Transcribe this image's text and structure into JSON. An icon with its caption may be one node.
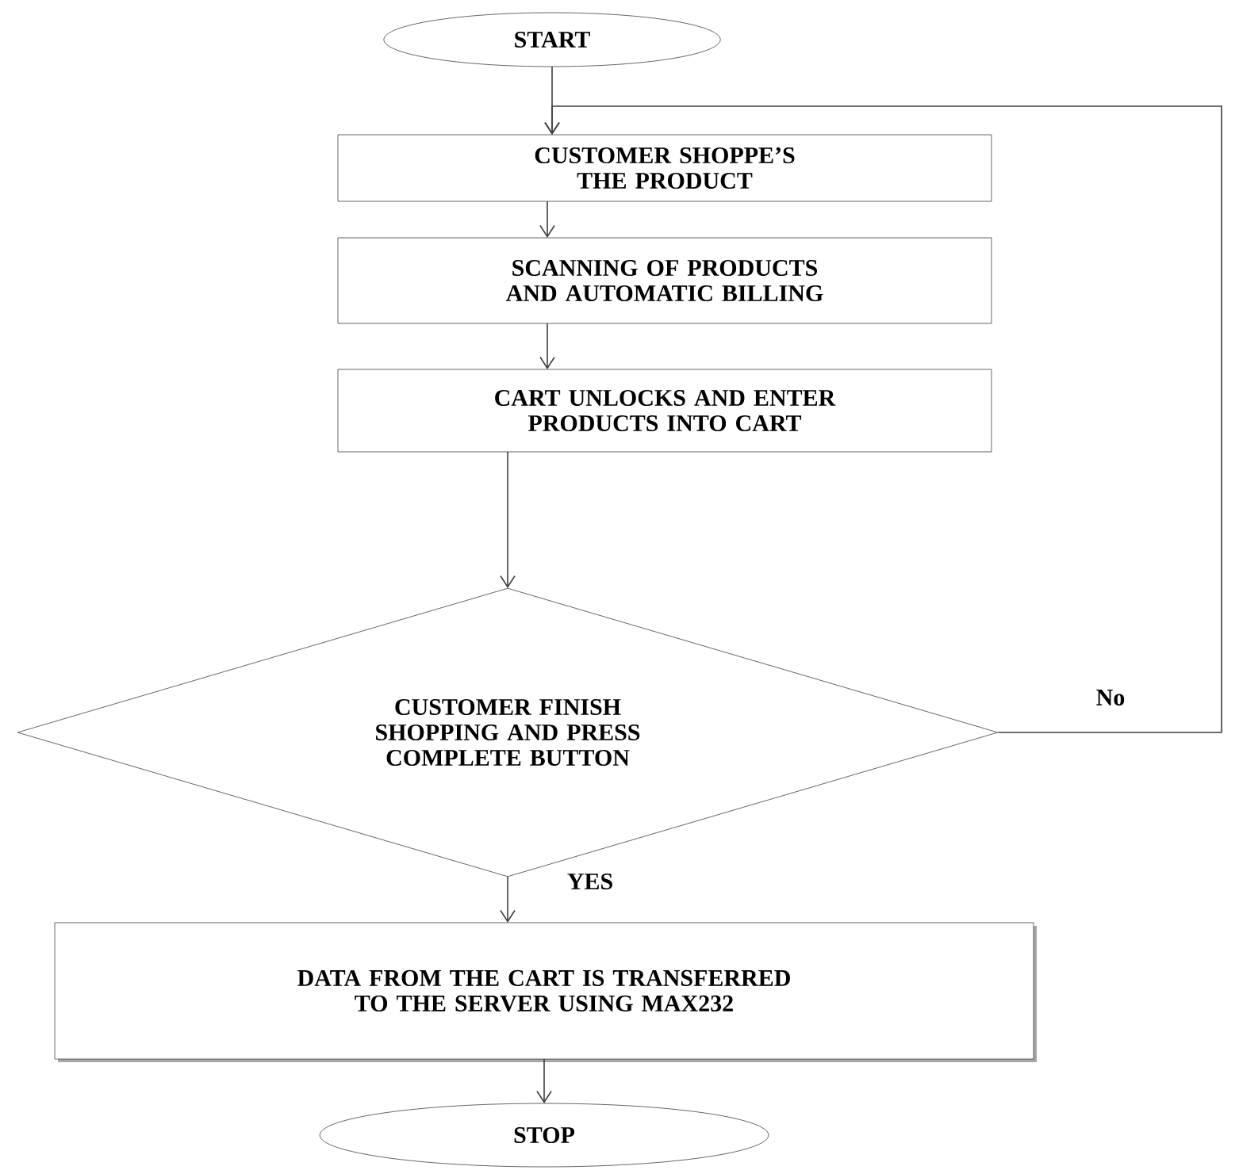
{
  "diagram": {
    "nodes": [
      {
        "text": [
          "START"
        ]
      },
      {
        "text": [
          "CUSTOMER  SHOPPE’S THE PRODUCT"
        ]
      },
      {
        "text": [
          "SCANNING OF PRODUCTS AND AUTOMATIC BILLING"
        ]
      },
      {
        "text": [
          "CART UNLOCKS AND ENTER PRODUCTS INTO CART"
        ]
      },
      {
        "text": [
          "CUSTOMER FINISH SHOPPING AND PRESS COMPLETE BUTTON"
        ]
      },
      {
        "text": [
          "DATA FROM THE CART IS TRANSFERRED TO THE SERVER USING MAX232"
        ]
      },
      {
        "text": [
          "STOP"
        ]
      }
    ],
    "edges": [
      {
        "from": 0,
        "to": 1,
        "arrow": "to"
      },
      {
        "from": 1,
        "to": 2,
        "arrow": "to"
      },
      {
        "from": 2,
        "to": 3,
        "arrow": "to"
      },
      {
        "from": 3,
        "to": 4,
        "arrow": "to"
      },
      {
        "from": 4,
        "to": 5,
        "arrow": "to",
        "label": "YES"
      },
      {
        "from": 4,
        "to": 1,
        "arrow": "to",
        "label": "No"
      },
      {
        "from": 5,
        "to": 6,
        "arrow": "to"
      }
    ]
  }
}
